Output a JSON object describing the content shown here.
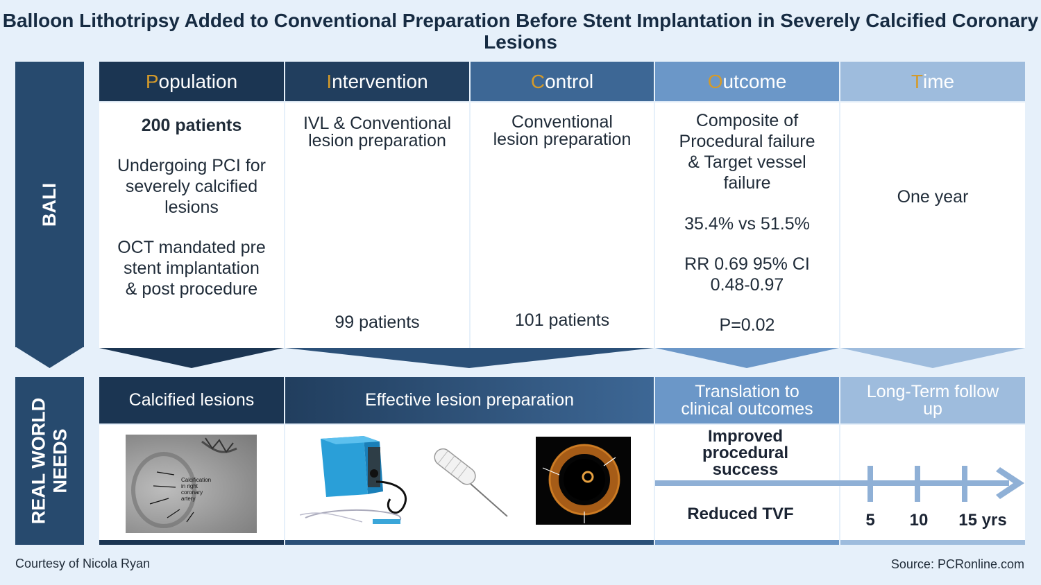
{
  "title": "Balloon Lithotripsy Added to Conventional Preparation Before Stent Implantation in Severely Calcified Coronary Lesions",
  "side_top": "BALI",
  "side_bottom": [
    "REAL WORLD",
    "NEEDS"
  ],
  "pico": [
    {
      "initial": "P",
      "rest": "opulation"
    },
    {
      "initial": "I",
      "rest": "ntervention"
    },
    {
      "initial": "C",
      "rest": "ontrol"
    },
    {
      "initial": "O",
      "rest": "utcome"
    },
    {
      "initial": "T",
      "rest": "ime"
    }
  ],
  "population": {
    "count": "200 patients",
    "line1": [
      "Undergoing PCI for",
      "severely calcified",
      "lesions"
    ],
    "line2": [
      "OCT mandated pre",
      "stent implantation",
      "& post procedure"
    ]
  },
  "intervention": {
    "desc": [
      "IVL & Conventional",
      "lesion preparation"
    ],
    "count": "99 patients"
  },
  "control": {
    "desc": [
      "Conventional",
      "lesion preparation"
    ],
    "count": "101 patients"
  },
  "outcome": {
    "desc": [
      "Composite of",
      "Procedural failure",
      "& Target vessel",
      "failure"
    ],
    "rates": "35.4% vs 51.5%",
    "rr": [
      "RR 0.69 95% CI",
      "0.48-0.97"
    ],
    "p": "P=0.02"
  },
  "time": {
    "desc": "One year"
  },
  "needs_headers": {
    "calcified": "Calcified lesions",
    "prep": "Effective lesion preparation",
    "translation": [
      "Translation to",
      "clinical outcomes"
    ],
    "longterm": [
      "Long-Term follow",
      "up"
    ]
  },
  "angio_labels": [
    "Calcification",
    "in right",
    "coronary",
    "artery"
  ],
  "outcomes_needs": {
    "improved": [
      "Improved",
      "procedural",
      "success"
    ],
    "reduced": "Reduced TVF"
  },
  "timeline_ticks": [
    "5",
    "10",
    "15 yrs"
  ],
  "footer": {
    "left": "Courtesy of Nicola Ryan",
    "right": "Source: PCRonline.com"
  },
  "colors": {
    "col1": "#1b3552",
    "col2": "#213e5e",
    "col3": "#3d6795",
    "col4": "#6b97c8",
    "col5": "#9ebcdd",
    "side": "#274a6e",
    "accent": "#d49a2a",
    "background": "#e6f0fa"
  }
}
